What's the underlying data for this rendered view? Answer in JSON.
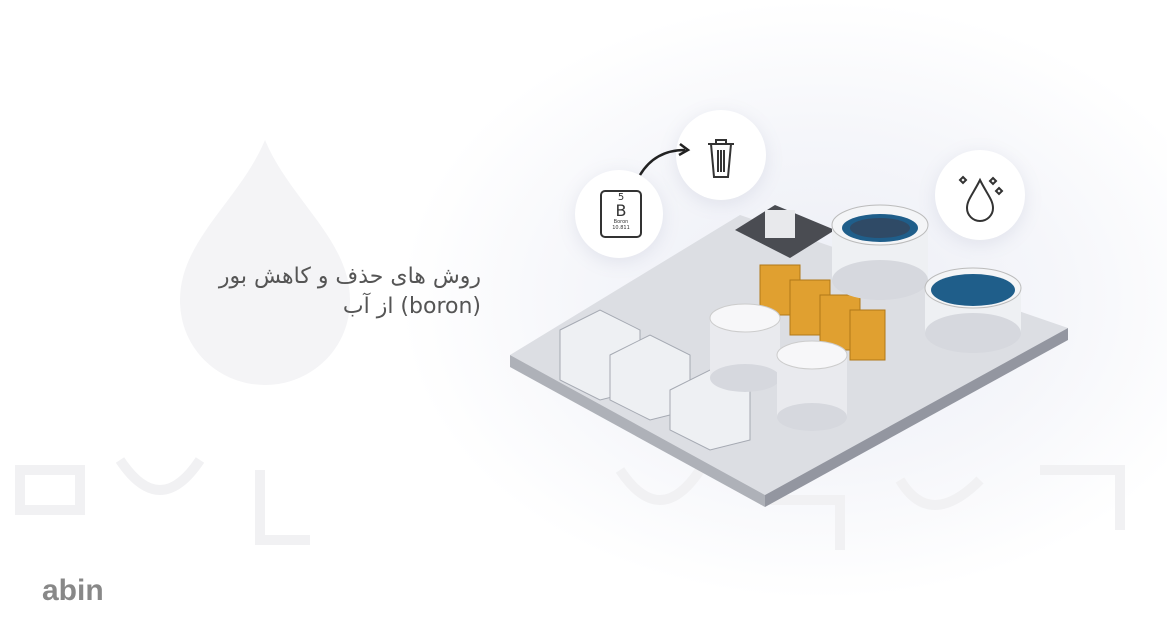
{
  "title": {
    "line1": "روش های حذف و کاهش بور",
    "line2": "(boron) از آب"
  },
  "element": {
    "number": "5",
    "symbol": "B",
    "name": "Boron",
    "mass": "10.811"
  },
  "logo": "abin",
  "colors": {
    "text": "#555555",
    "water": "#1f5e8a",
    "filter": "#e0a030",
    "platform": "#d9dbe0"
  }
}
